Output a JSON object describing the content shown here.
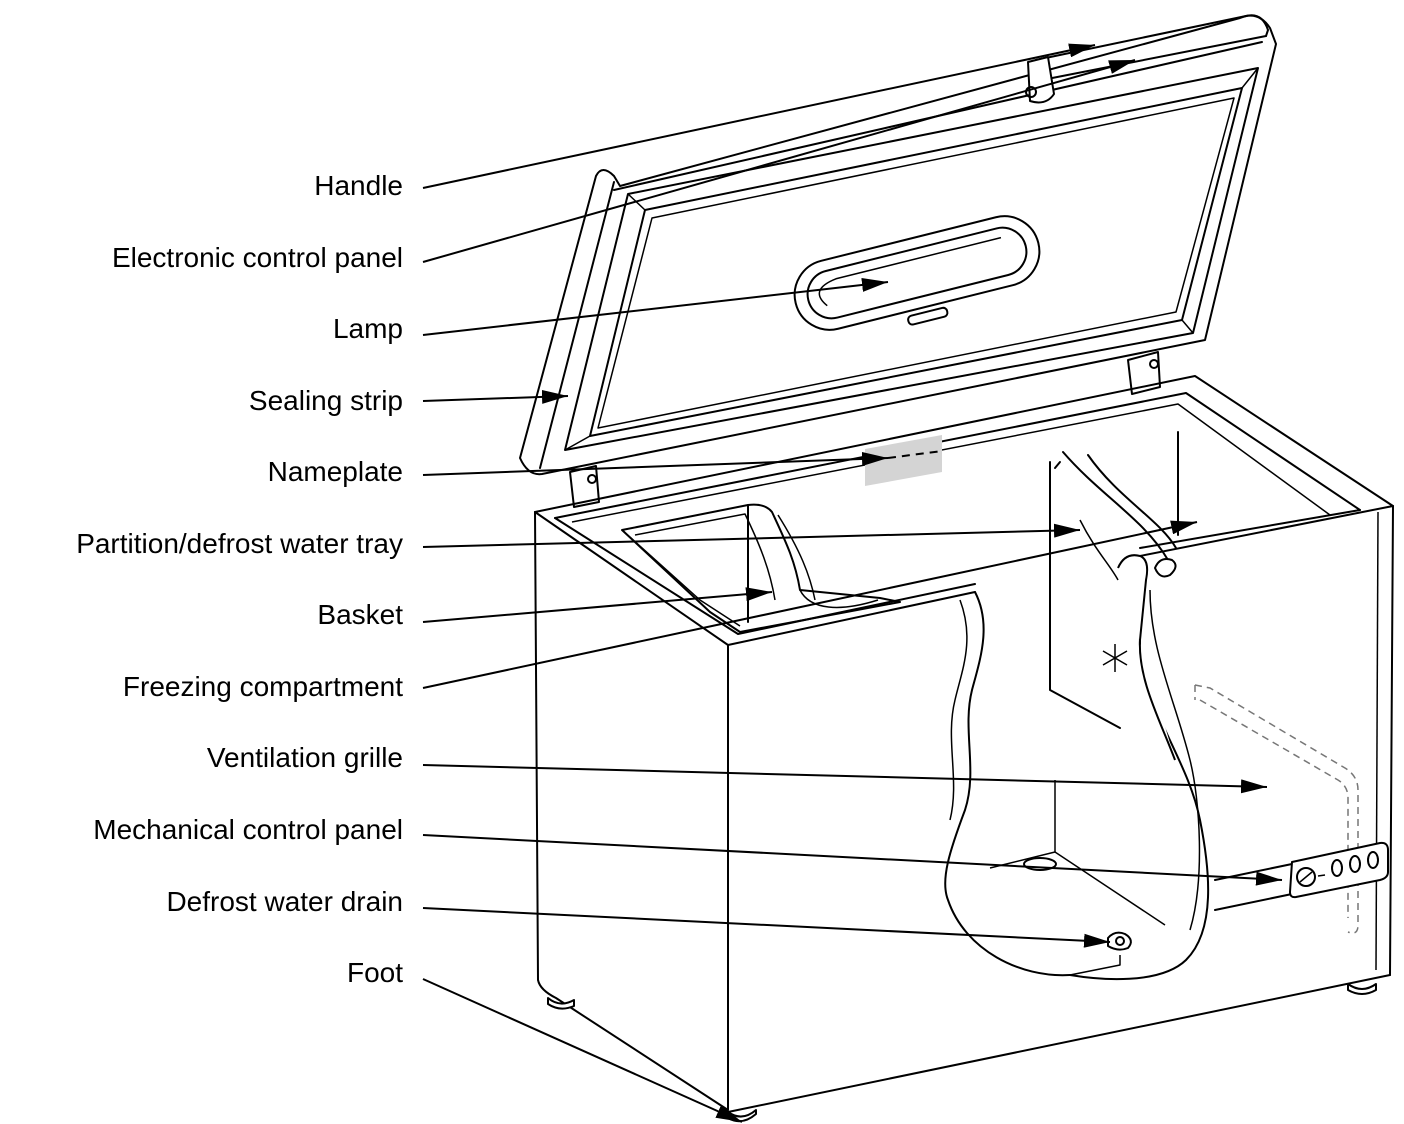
{
  "labels": {
    "handle": "Handle",
    "electronic_control_panel": "Electronic control panel",
    "lamp": "Lamp",
    "sealing_strip": "Sealing strip",
    "nameplate": "Nameplate",
    "partition_tray": "Partition/defrost water tray",
    "basket": "Basket",
    "freezing_compartment": "Freezing compartment",
    "ventilation_grille": "Ventilation grille",
    "mechanical_control_panel": "Mechanical control panel",
    "defrost_water_drain": "Defrost water drain",
    "foot": "Foot"
  },
  "icons": {
    "compartment_symbol": "snowflake-icon"
  },
  "colors": {
    "line": "#000000",
    "nameplate_fill": "#d4d4d4",
    "grille_dash": "#777777"
  }
}
